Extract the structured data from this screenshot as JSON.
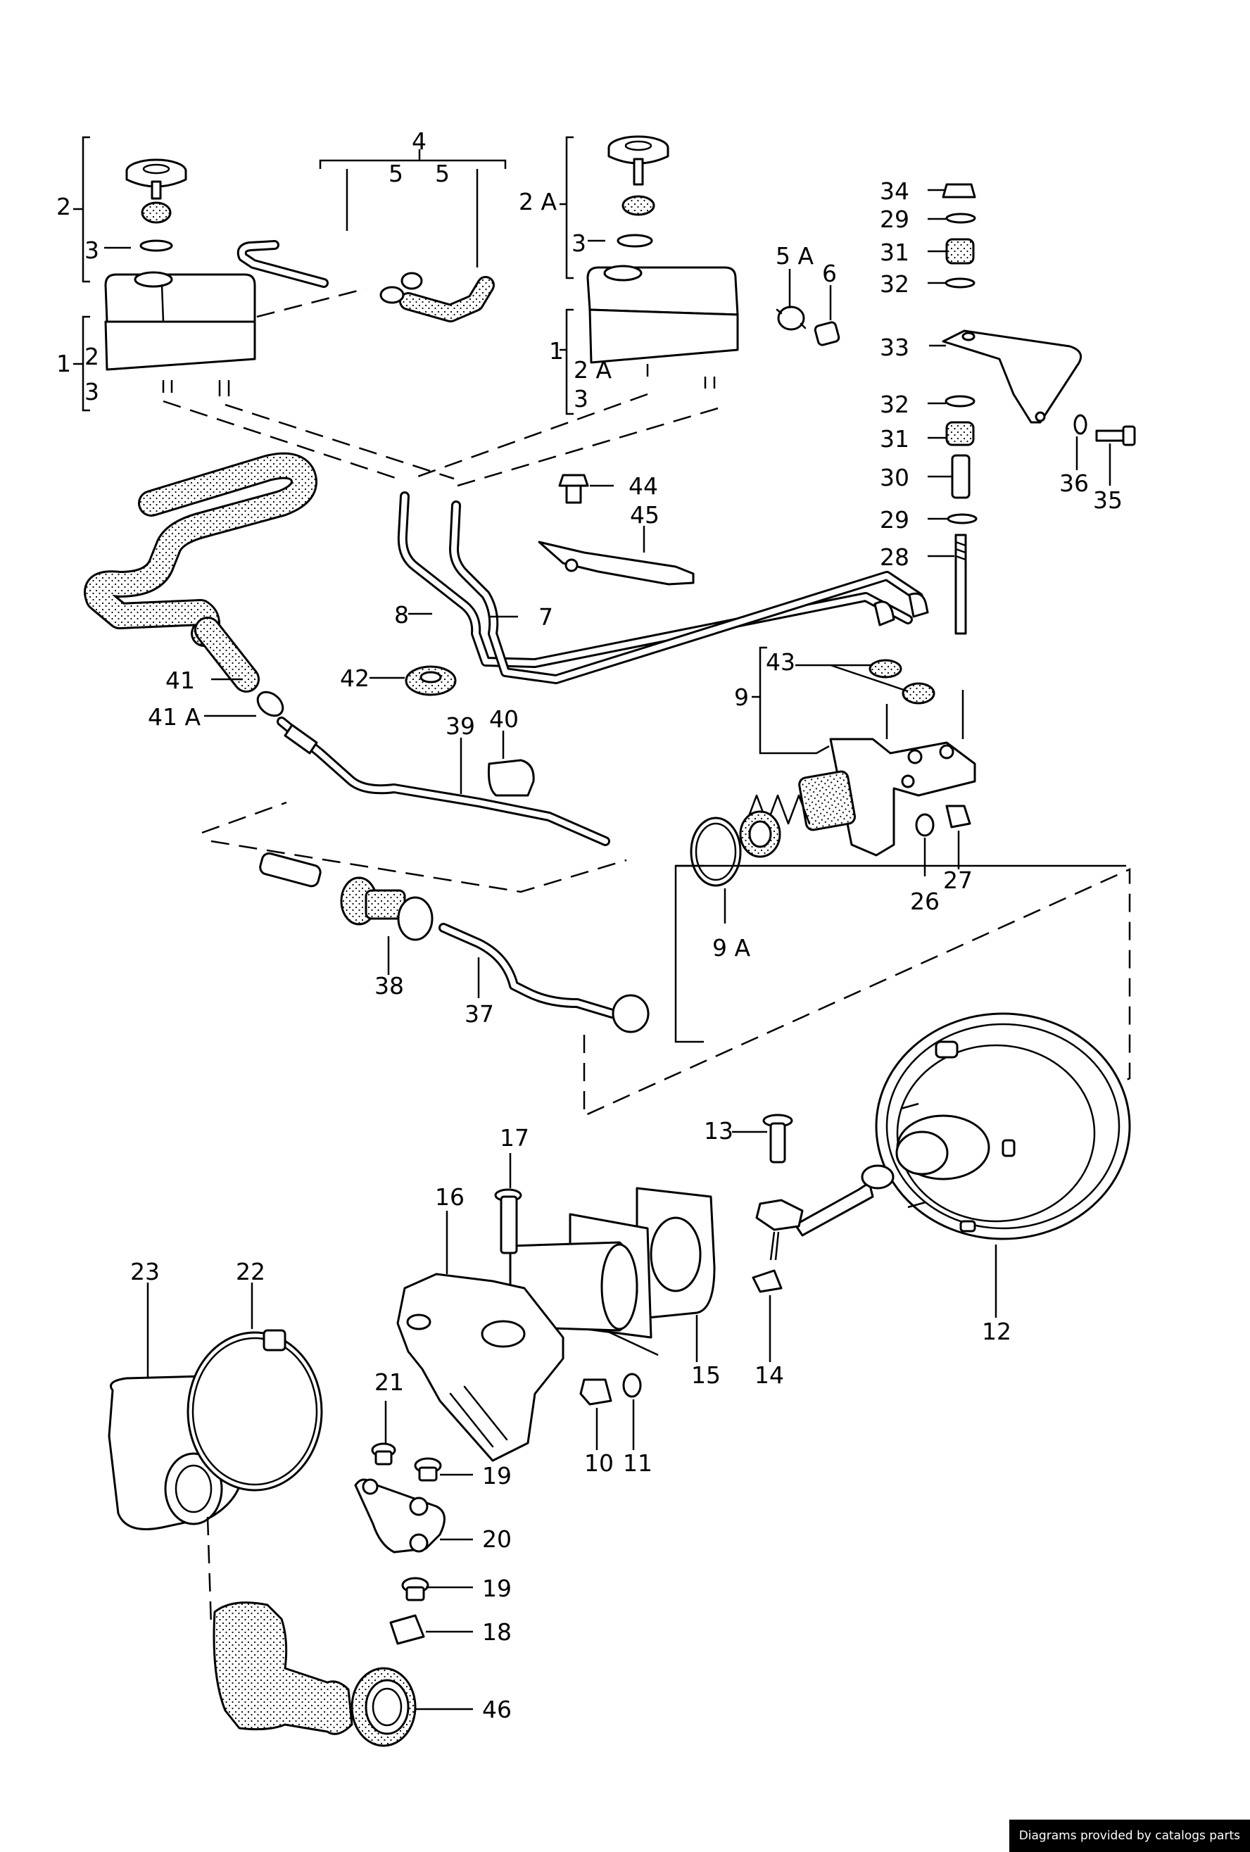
{
  "callouts": {
    "c1a": "1",
    "c1b": "1",
    "c2": "2",
    "c2b": "2",
    "c2A": "2 A",
    "c2Ab": "2 A",
    "c3a": "3",
    "c3b": "3",
    "c3c": "3",
    "c3d": "3",
    "c4": "4",
    "c5a": "5",
    "c5b": "5",
    "c5A": "5 A",
    "c6": "6",
    "c7": "7",
    "c8": "8",
    "c9": "9",
    "c9A": "9 A",
    "c10": "10",
    "c11": "11",
    "c12": "12",
    "c13": "13",
    "c14": "14",
    "c15": "15",
    "c16": "16",
    "c17": "17",
    "c18": "18",
    "c19a": "19",
    "c19b": "19",
    "c20": "20",
    "c21": "21",
    "c22": "22",
    "c23": "23",
    "c26": "26",
    "c27": "27",
    "c28": "28",
    "c29a": "29",
    "c29b": "29",
    "c30": "30",
    "c31a": "31",
    "c31b": "31",
    "c32a": "32",
    "c32b": "32",
    "c33": "33",
    "c34": "34",
    "c35": "35",
    "c36": "36",
    "c37": "37",
    "c38": "38",
    "c39": "39",
    "c40": "40",
    "c41": "41",
    "c41A": "41 A",
    "c42": "42",
    "c43": "43",
    "c44": "44",
    "c45": "45",
    "c46": "46"
  },
  "credit": "Diagrams provided by catalogs parts"
}
